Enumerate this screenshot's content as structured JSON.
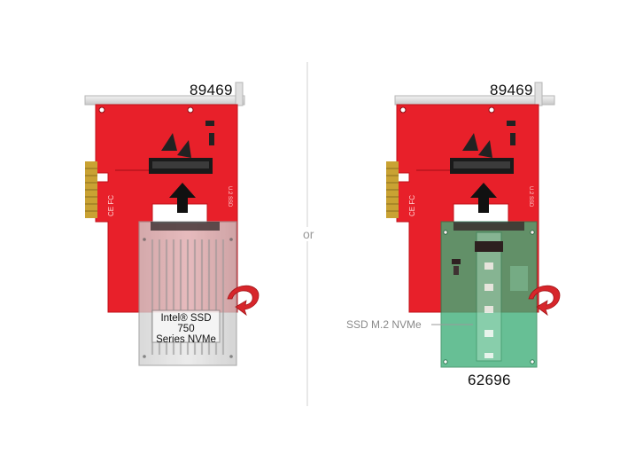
{
  "left_panel": {
    "model_number": "89469",
    "ssd_label_line1": "Intel® SSD 750",
    "ssd_label_line2": "Series NVMe"
  },
  "divider": {
    "text": "or"
  },
  "right_panel": {
    "model_number": "89469",
    "m2_label": "SSD M.2 NVMe",
    "adapter_model_number": "62696"
  },
  "colors": {
    "pcb_red": "#e8202a",
    "adapter_green": "#3fae7a",
    "ssd_silver": "#d9d9d9",
    "rotate_arrow_red": "#d7262b"
  }
}
